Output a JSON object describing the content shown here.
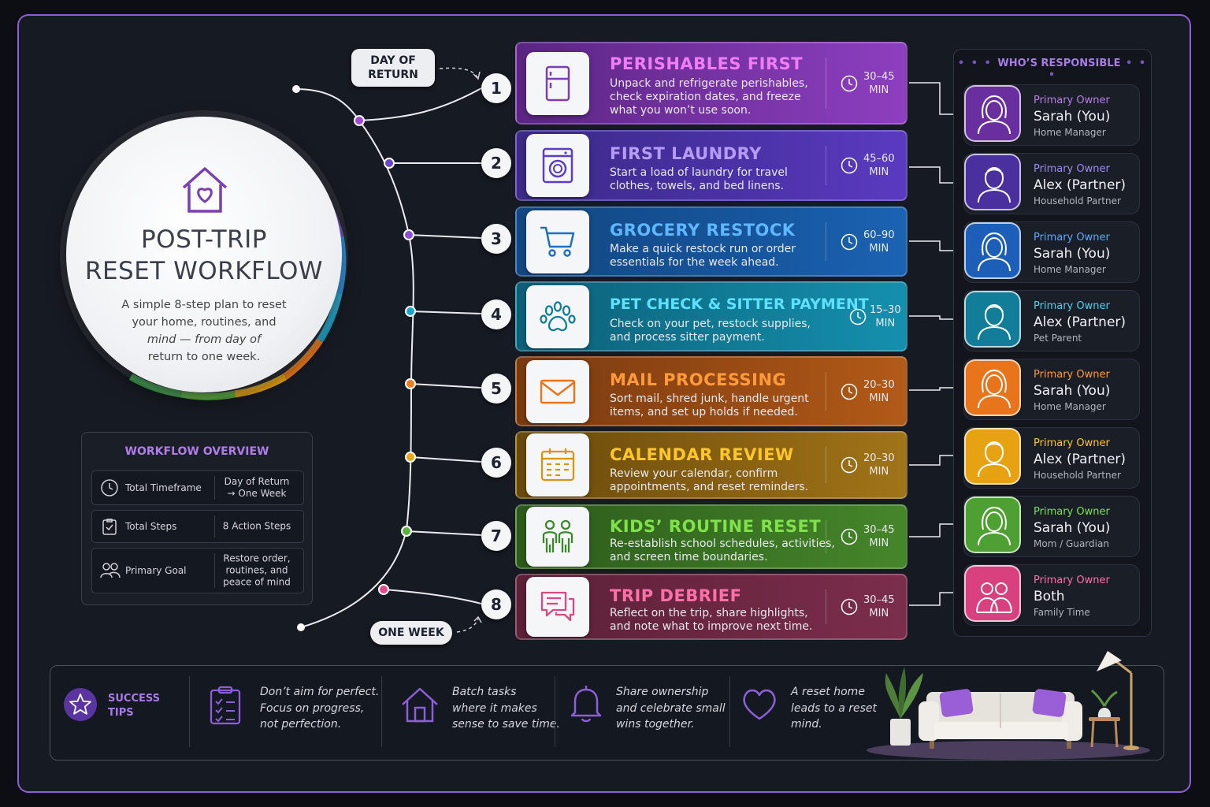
{
  "tags": {
    "start": "DAY OF RETURN",
    "end": "ONE WEEK"
  },
  "hero": {
    "title_line1": "POST-TRIP",
    "title_line2": "RESET WORKFLOW",
    "desc_line1": "A simple 8-step plan to reset",
    "desc_line2": "your home, routines, and",
    "desc_line3": "mind — from day of",
    "desc_line4": "return to one week."
  },
  "overview": {
    "title": "WORKFLOW OVERVIEW",
    "rows": [
      {
        "label": "Total Timeframe",
        "value_line1": "Day of Return",
        "value_line2": "→ One Week",
        "value_line3": ""
      },
      {
        "label": "Total Steps",
        "value_line1": "8 Action Steps",
        "value_line2": "",
        "value_line3": ""
      },
      {
        "label": "Primary Goal",
        "value_line1": "Restore order,",
        "value_line2": "routines, and",
        "value_line3": "peace of mind"
      }
    ]
  },
  "steps": [
    {
      "num": "1",
      "title": "PERISHABLES FIRST",
      "desc_line1": "Unpack and refrigerate perishables,",
      "desc_line2": "check expiration dates, and freeze",
      "desc_line3": "what you won’t use soon.",
      "time_line1": "30–45",
      "time_line2": "MIN",
      "color": "#a348d6",
      "icon": "fridge-icon"
    },
    {
      "num": "2",
      "title": "FIRST LAUNDRY",
      "desc_line1": "Start a load of laundry for travel",
      "desc_line2": "clothes, towels, and bed linens.",
      "desc_line3": "",
      "time_line1": "45–60",
      "time_line2": "MIN",
      "color": "#6a44c9",
      "icon": "washer-icon"
    },
    {
      "num": "3",
      "title": "GROCERY RESTOCK",
      "desc_line1": "Make a quick restock run or order",
      "desc_line2": "essentials for the week ahead.",
      "desc_line3": "",
      "time_line1": "60–90",
      "time_line2": "MIN",
      "color": "#1f7dd6",
      "icon": "cart-icon"
    },
    {
      "num": "4",
      "title": "PET CHECK & SITTER PAYMENT",
      "desc_line1": "Check on your pet, restock supplies,",
      "desc_line2": "and process sitter payment.",
      "desc_line3": "",
      "time_line1": "15–30",
      "time_line2": "MIN",
      "color": "#19a7cf",
      "icon": "paw-icon"
    },
    {
      "num": "5",
      "title": "MAIL PROCESSING",
      "desc_line1": "Sort mail, shred junk, handle urgent",
      "desc_line2": "items, and set up holds if needed.",
      "desc_line3": "",
      "time_line1": "20–30",
      "time_line2": "MIN",
      "color": "#ef7c1c",
      "icon": "mail-icon"
    },
    {
      "num": "6",
      "title": "CALENDAR REVIEW",
      "desc_line1": "Review your calendar, confirm",
      "desc_line2": "appointments, and reset reminders.",
      "desc_line3": "",
      "time_line1": "20–30",
      "time_line2": "MIN",
      "color": "#e9a814",
      "icon": "calendar-icon"
    },
    {
      "num": "7",
      "title": "KIDS’ ROUTINE RESET",
      "desc_line1": "Re-establish school schedules, activities,",
      "desc_line2": "and screen time boundaries.",
      "desc_line3": "",
      "time_line1": "30–45",
      "time_line2": "MIN",
      "color": "#58b43a",
      "icon": "kids-icon"
    },
    {
      "num": "8",
      "title": "TRIP DEBRIEF",
      "desc_line1": "Reflect on the trip, share highlights,",
      "desc_line2": "and note what to improve next time.",
      "desc_line3": "",
      "time_line1": "30–45",
      "time_line2": "MIN",
      "color": "#e34a8e",
      "icon": "chat-icon"
    }
  ],
  "responsible": {
    "title": "WHO’S RESPONSIBLE",
    "people": [
      {
        "role": "Primary Owner",
        "name": "Sarah (You)",
        "sub": "Home Manager"
      },
      {
        "role": "Primary Owner",
        "name": "Alex (Partner)",
        "sub": "Household Partner"
      },
      {
        "role": "Primary Owner",
        "name": "Sarah (You)",
        "sub": "Home Manager"
      },
      {
        "role": "Primary Owner",
        "name": "Alex (Partner)",
        "sub": "Pet Parent"
      },
      {
        "role": "Primary Owner",
        "name": "Sarah (You)",
        "sub": "Home Manager"
      },
      {
        "role": "Primary Owner",
        "name": "Alex (Partner)",
        "sub": "Household Partner"
      },
      {
        "role": "Primary Owner",
        "name": "Sarah (You)",
        "sub": "Mom / Guardian"
      },
      {
        "role": "Primary Owner",
        "name": "Both",
        "sub": "Family Time"
      }
    ]
  },
  "tips": {
    "head_line1": "SUCCESS",
    "head_line2": "TIPS",
    "items": [
      {
        "line1": "Don’t aim for perfect.",
        "line2": "Focus on progress,",
        "line3": "not perfection."
      },
      {
        "line1": "Batch tasks",
        "line2": "where it makes",
        "line3": "sense to save time."
      },
      {
        "line1": "Share ownership",
        "line2": "and celebrate small",
        "line3": "wins together."
      },
      {
        "line1": "A reset home",
        "line2": "leads to a reset",
        "line3": "mind."
      }
    ]
  }
}
